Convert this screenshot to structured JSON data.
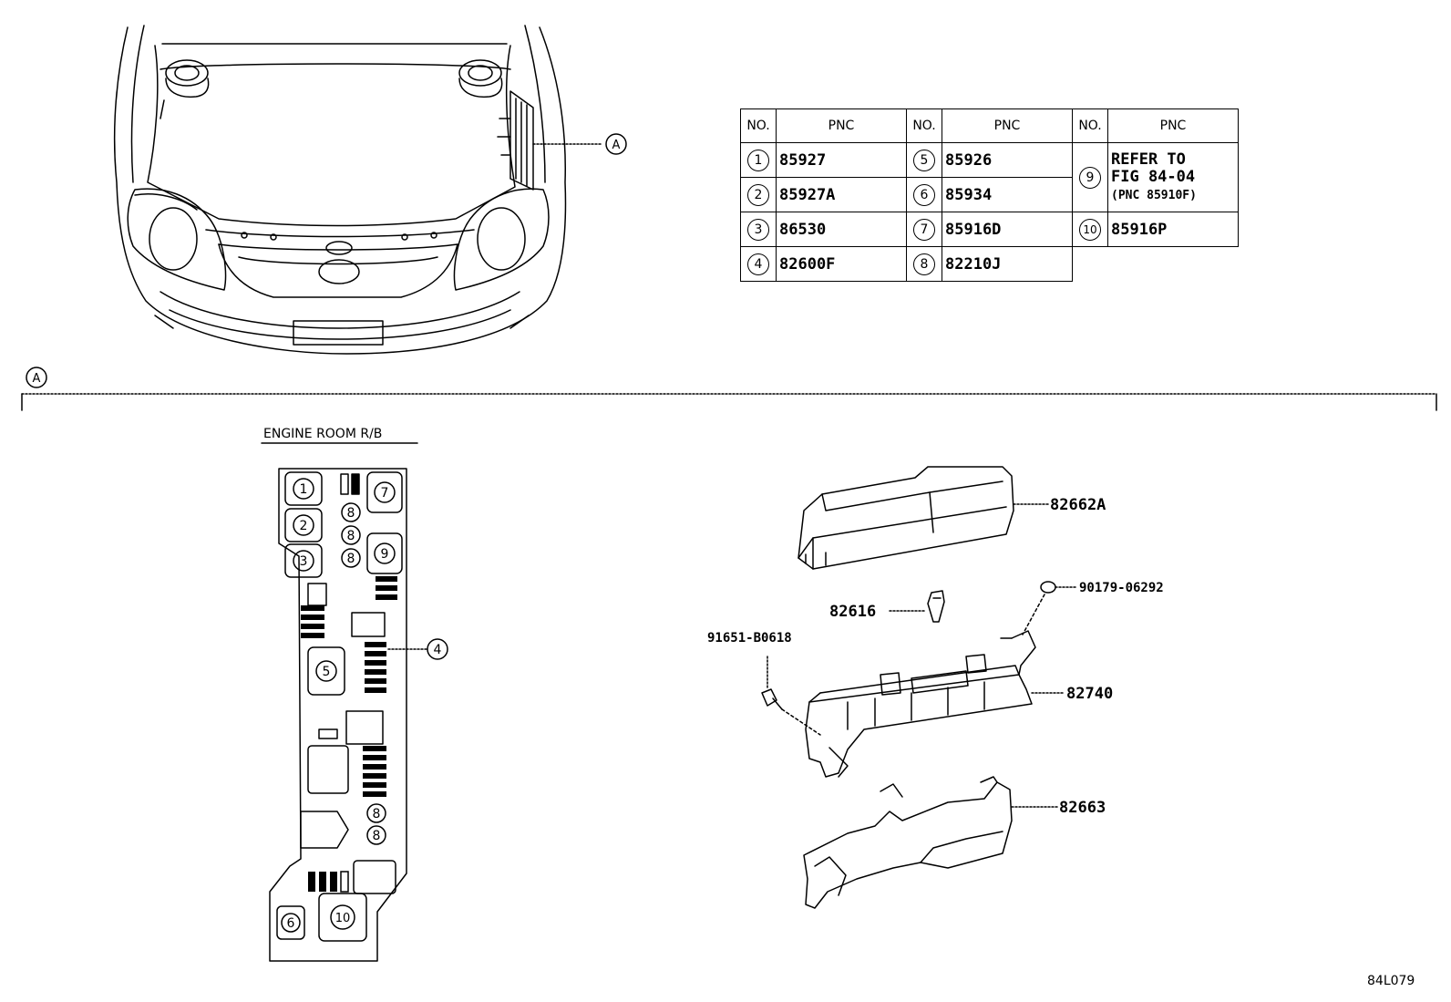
{
  "callout_letter": "A",
  "section_title": "ENGINE ROOM R/B",
  "diagram_code": "84L079",
  "table": {
    "headers": {
      "no": "NO.",
      "pnc": "PNC"
    },
    "col1": [
      {
        "no": "1",
        "pnc": "85927"
      },
      {
        "no": "2",
        "pnc": "85927A"
      },
      {
        "no": "3",
        "pnc": "86530"
      },
      {
        "no": "4",
        "pnc": "82600F"
      }
    ],
    "col2": [
      {
        "no": "5",
        "pnc": "85926"
      },
      {
        "no": "6",
        "pnc": "85934"
      },
      {
        "no": "7",
        "pnc": "85916D"
      },
      {
        "no": "8",
        "pnc": "82210J"
      }
    ],
    "col3": [
      {
        "no": "9",
        "line1": "REFER TO",
        "line2": "FIG 84-04",
        "line3": "(PNC 85910F)"
      },
      {
        "no": "10",
        "pnc": "85916P"
      }
    ]
  },
  "relay_block_callouts": [
    "1",
    "2",
    "3",
    "7",
    "8",
    "8",
    "8",
    "9",
    "4",
    "5",
    "8",
    "8",
    "6",
    "10"
  ],
  "part_labels": {
    "cover_upper": "82662A",
    "fuse_puller": "82616",
    "nut": "90179-06292",
    "bolt": "91651-B0618",
    "relay_block": "82740",
    "cover_lower": "82663"
  }
}
